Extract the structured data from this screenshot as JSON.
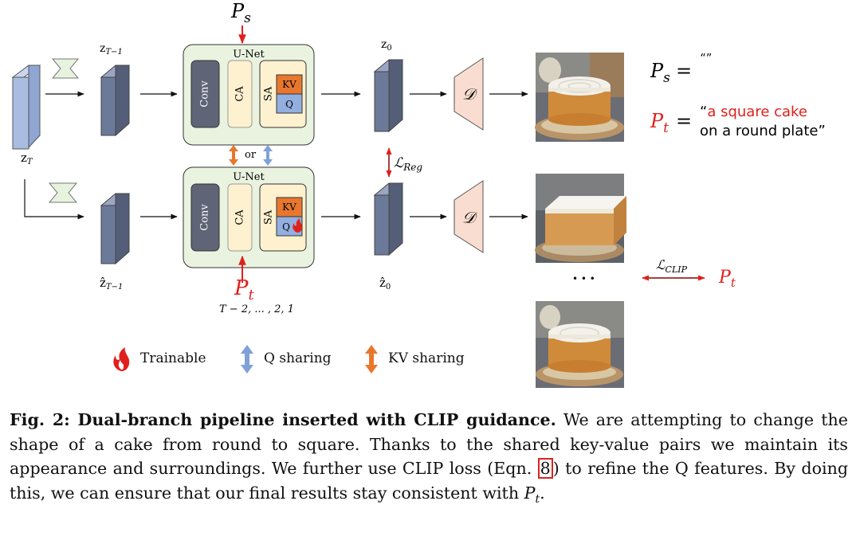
{
  "figure": {
    "ps_top": "P",
    "ps_top_sub": "s",
    "labels": {
      "z_t_minus_1": "z",
      "z_t_minus_1_sub": "T−1",
      "z_0": "z",
      "z_0_sub": "0",
      "z_T": "z",
      "z_T_sub": "T",
      "zhat_t_minus_1": "ẑ",
      "zhat_t_minus_1_sub": "T−1",
      "zhat_0": "ẑ",
      "zhat_0_sub": "0"
    },
    "unet_top": {
      "title": "U-Net",
      "conv": "Conv",
      "ca": "CA",
      "sa": "SA",
      "kv": "KV",
      "q": "Q"
    },
    "unet_bottom": {
      "title": "U-Net",
      "conv": "Conv",
      "ca": "CA",
      "sa": "SA",
      "kv": "KV",
      "q": "Q"
    },
    "or_label": "or",
    "decoder": "𝒟",
    "l_reg": "ℒ",
    "l_reg_sub": "Reg",
    "l_clip": "ℒ",
    "l_clip_sub": "CLIP",
    "pt_bottom": "P",
    "pt_bottom_sub": "t",
    "pt_right": "P",
    "pt_right_sub": "t",
    "timesteps": "T − 2, ... , 2, 1",
    "ellipsis": "• • •",
    "ps_eq": {
      "lhs": "P",
      "lhs_sub": "s",
      "eq": "=",
      "value": "“”"
    },
    "pt_eq": {
      "lhs": "P",
      "lhs_sub": "t",
      "eq": "=",
      "open_quote": "“",
      "line1": "a square cake",
      "line2": "on a round plate",
      "close_quote": "”"
    },
    "legend": {
      "trainable": "Trainable",
      "q_sharing": "Q sharing",
      "kv_sharing": "KV sharing"
    },
    "colors": {
      "red": "#e0201c",
      "orange": "#e8772e",
      "blue": "#7fa1d8",
      "unet_bg": "#e9f3e0",
      "ca_bg": "#fdf1cf",
      "conv": "#5f6577",
      "latent_top": "#a9bde0",
      "latent": "#6c7a9a",
      "decoder_bg": "#f9ddd0"
    }
  },
  "caption": {
    "label": "Fig. 2: Dual-branch pipeline inserted with CLIP guidance.",
    "text_before_ref": "We are attempting to change the shape of a cake from round to square. Thanks to the shared key-value pairs we maintain its appearance and surroundings. We further use CLIP loss (Eqn.",
    "ref": "8",
    "text_after_ref": ") to refine the Q features. By doing this, we can ensure that our final results stay consistent with",
    "tail_var": "P",
    "tail_sub": "t",
    "tail_end": "."
  }
}
